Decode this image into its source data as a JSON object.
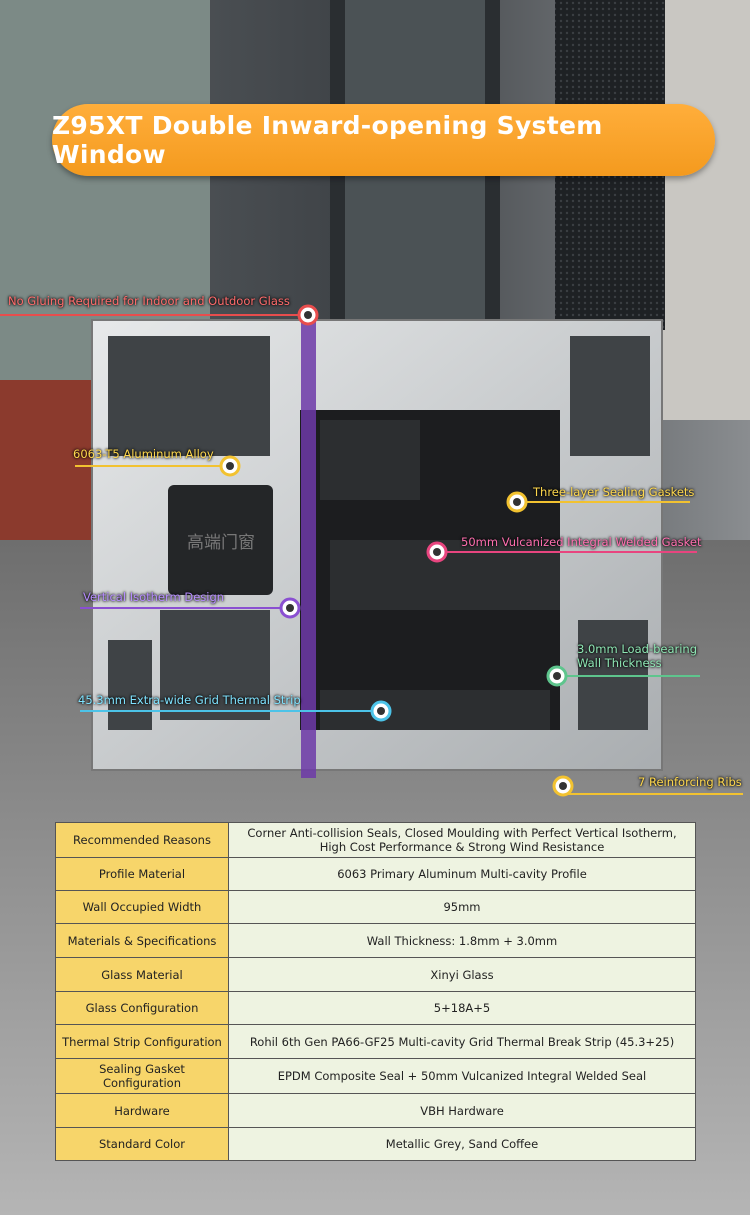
{
  "title": "Z95XT Double Inward-opening System Window",
  "profile_stamp": "高端门窗",
  "callouts": {
    "gluing": "No Gluing Required for Indoor and Outdoor Glass",
    "alloy": "6063-T5 Aluminum Alloy",
    "sealing": "Three-layer Sealing Gaskets",
    "vulcanized": "50mm Vulcanized Integral Welded Gasket",
    "isotherm": "Vertical Isotherm Design",
    "wall_line1": "3.0mm Load-bearing",
    "wall_line2": "Wall Thickness",
    "thermal": "45.3mm Extra-wide Grid Thermal Strip",
    "ribs": "7 Reinforcing Ribs"
  },
  "colors": {
    "banner": "#f49a1e",
    "callout_red": "#e84d4d",
    "callout_yellow": "#f2c230",
    "callout_pink": "#e8457f",
    "callout_purple": "#8a4fd1",
    "callout_green": "#5ec58d",
    "callout_blue": "#4cc3e8",
    "table_key": "#f7d56a",
    "table_value": "#eef3e1"
  },
  "specs": [
    {
      "key": "Recommended Reasons",
      "value": "Corner Anti-collision Seals, Closed Moulding with Perfect Vertical Isotherm, High Cost Performance & Strong Wind Resistance"
    },
    {
      "key": "Profile Material",
      "value": "6063 Primary Aluminum Multi-cavity Profile"
    },
    {
      "key": "Wall Occupied Width",
      "value": "95mm"
    },
    {
      "key": "Materials & Specifications",
      "value": "Wall Thickness: 1.8mm + 3.0mm"
    },
    {
      "key": "Glass Material",
      "value": "Xinyi Glass"
    },
    {
      "key": "Glass Configuration",
      "value": "5+18A+5"
    },
    {
      "key": "Thermal Strip Configuration",
      "value": "Rohil 6th Gen PA66-GF25 Multi-cavity Grid Thermal Break Strip (45.3+25)"
    },
    {
      "key": "Sealing Gasket Configuration",
      "value": "EPDM Composite Seal + 50mm Vulcanized Integral Welded Seal"
    },
    {
      "key": "Hardware",
      "value": "VBH Hardware"
    },
    {
      "key": "Standard Color",
      "value": "Metallic Grey, Sand Coffee"
    }
  ]
}
